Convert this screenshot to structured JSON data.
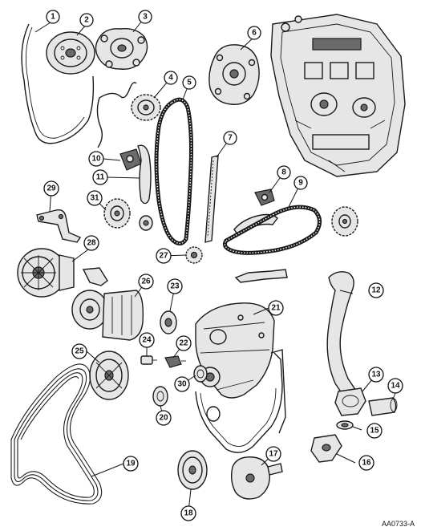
{
  "callouts": [
    "1",
    "2",
    "3",
    "4",
    "5",
    "6",
    "7",
    "8",
    "9",
    "10",
    "11",
    "12",
    "13",
    "14",
    "15",
    "16",
    "17",
    "18",
    "19",
    "20",
    "21",
    "22",
    "23",
    "24",
    "25",
    "26",
    "27",
    "28",
    "29",
    "30",
    "31"
  ],
  "figure_ref": "AA0733-A"
}
